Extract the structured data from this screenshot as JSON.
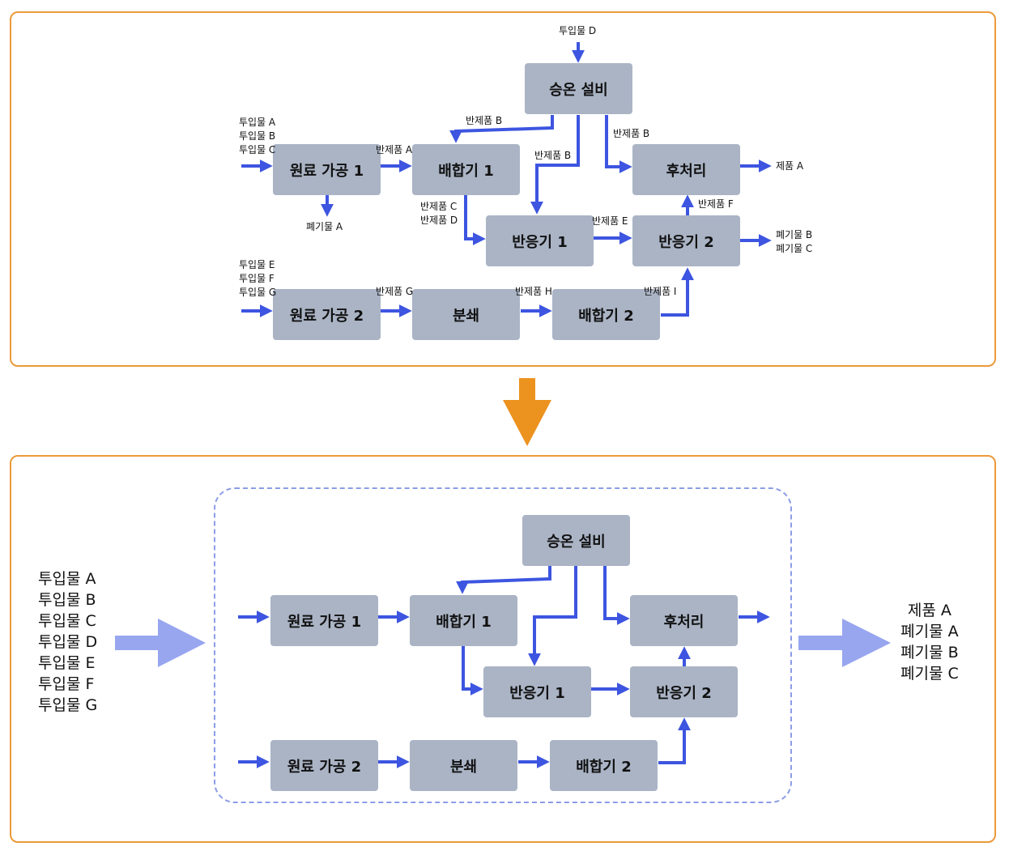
{
  "top": {
    "boxes": {
      "heating": "승온 설비",
      "raw1": "원료 가공 1",
      "mixer1": "배합기 1",
      "post": "후처리",
      "reactor1": "반응기 1",
      "reactor2": "반응기 2",
      "raw2": "원료 가공 2",
      "crusher": "분쇄",
      "mixer2": "배합기 2"
    },
    "labels": {
      "input_d": "투입물 D",
      "inputs_abc": [
        "투입물 A",
        "투입물 B",
        "투입물 C"
      ],
      "inputs_efg": [
        "투입물 E",
        "투입물 F",
        "투입물 G"
      ],
      "semi_a": "반제품 A",
      "semi_b_mixer": "반제품 B",
      "semi_b_reactor": "반제품 B",
      "semi_b_post": "반제품 B",
      "semi_cd": [
        "반제품 C",
        "반제품 D"
      ],
      "semi_e": "반제품 E",
      "semi_f": "반제품 F",
      "semi_g": "반제품 G",
      "semi_h": "반제품 H",
      "semi_i": "반제품 I",
      "waste_a": "폐기물 A",
      "waste_bc": [
        "폐기물 B",
        "폐기물 C"
      ],
      "product_a": "제품 A"
    }
  },
  "bottom": {
    "boxes": {
      "heating": "승온 설비",
      "raw1": "원료 가공 1",
      "mixer1": "배합기 1",
      "post": "후처리",
      "reactor1": "반응기 1",
      "reactor2": "반응기 2",
      "raw2": "원료 가공 2",
      "crusher": "분쇄",
      "mixer2": "배합기 2"
    },
    "inputs": [
      "투입물 A",
      "투입물 B",
      "투입물 C",
      "투입물 D",
      "투입물 E",
      "투입물 F",
      "투입물 G"
    ],
    "outputs": [
      "제품 A",
      "폐기물 A",
      "폐기물 B",
      "폐기물 C"
    ]
  },
  "colors": {
    "panel_border": "#ec9a3a",
    "down_arrow": "#ec921f",
    "flow_arrow": "#3d55e0",
    "big_arrow": "#98a6f0",
    "box_fill": "#aab4c5",
    "dashed_border": "#8c9de6"
  }
}
